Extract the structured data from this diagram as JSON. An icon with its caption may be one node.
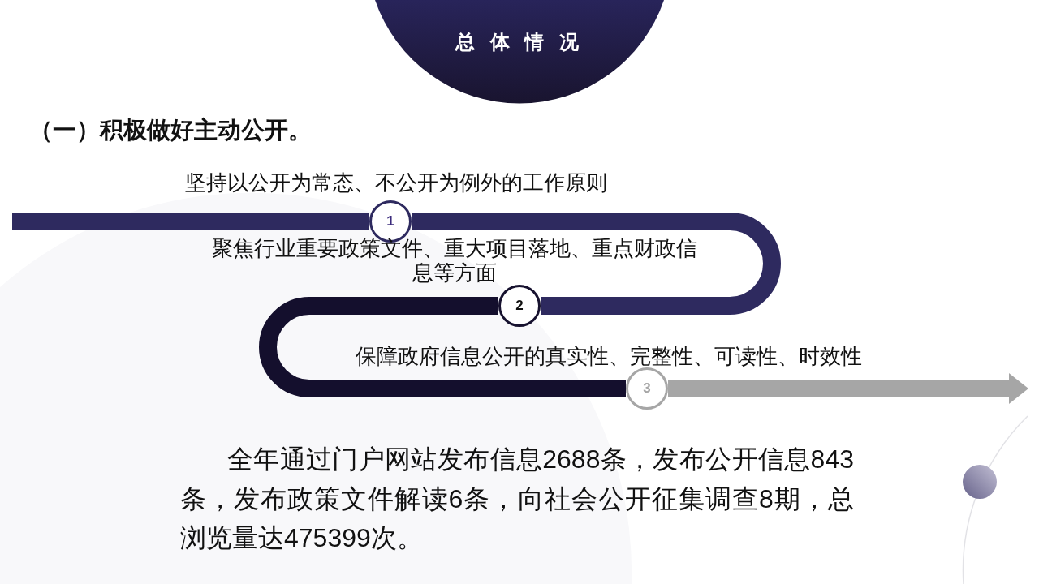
{
  "diagram": {
    "title": "（一）积极做好主动公开。",
    "nodes": [
      {
        "text": [
          "总 体 情 况"
        ]
      },
      {
        "text": [
          "1"
        ],
        "beside": [
          "坚持以公开为常态、不公开为例外的工作原则"
        ]
      },
      {
        "text": [
          "2"
        ],
        "beside": [
          "聚焦行业重要政策文件、重大项目落地、重点财政信息等方面"
        ]
      },
      {
        "text": [
          "3"
        ],
        "beside": [
          "保障政府信息公开的真实性、完整性、可读性、时效性"
        ]
      }
    ],
    "edges": [
      {
        "from": null,
        "to": 1,
        "arrow": "none"
      },
      {
        "from": 1,
        "to": 2,
        "arrow": "none"
      },
      {
        "from": 2,
        "to": 3,
        "arrow": "none",
        "color": "#140f2d"
      },
      {
        "from": 3,
        "to": null,
        "arrow": "to",
        "color": "#a6a6a6"
      }
    ],
    "labels": [
      "全年通过门户网站发布信息2688条，发布公开信息843条，发布政策文件解读6条，向社会公开征集调查8期，总浏览量达475399次。"
    ]
  }
}
